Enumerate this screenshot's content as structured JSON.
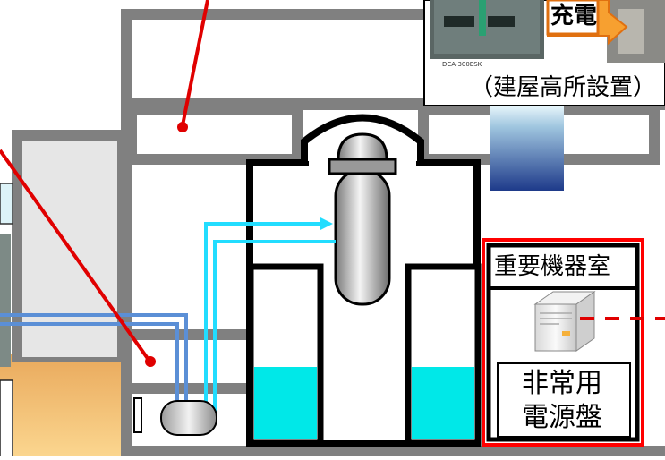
{
  "photo": {
    "badge_label": "充電",
    "model_label": "DCA-300ESK",
    "caption": "（建屋高所設置）"
  },
  "room": {
    "title": "重要機器室",
    "panel_line1": "非常用",
    "panel_line2": "電源盤"
  },
  "colors": {
    "wall": "#808080",
    "red_line": "#e00000",
    "water": "#00e8e8",
    "pipe_blue": "#5b8fd6",
    "pipe_cyan": "#22ddff",
    "ground": "#eeb36a"
  }
}
